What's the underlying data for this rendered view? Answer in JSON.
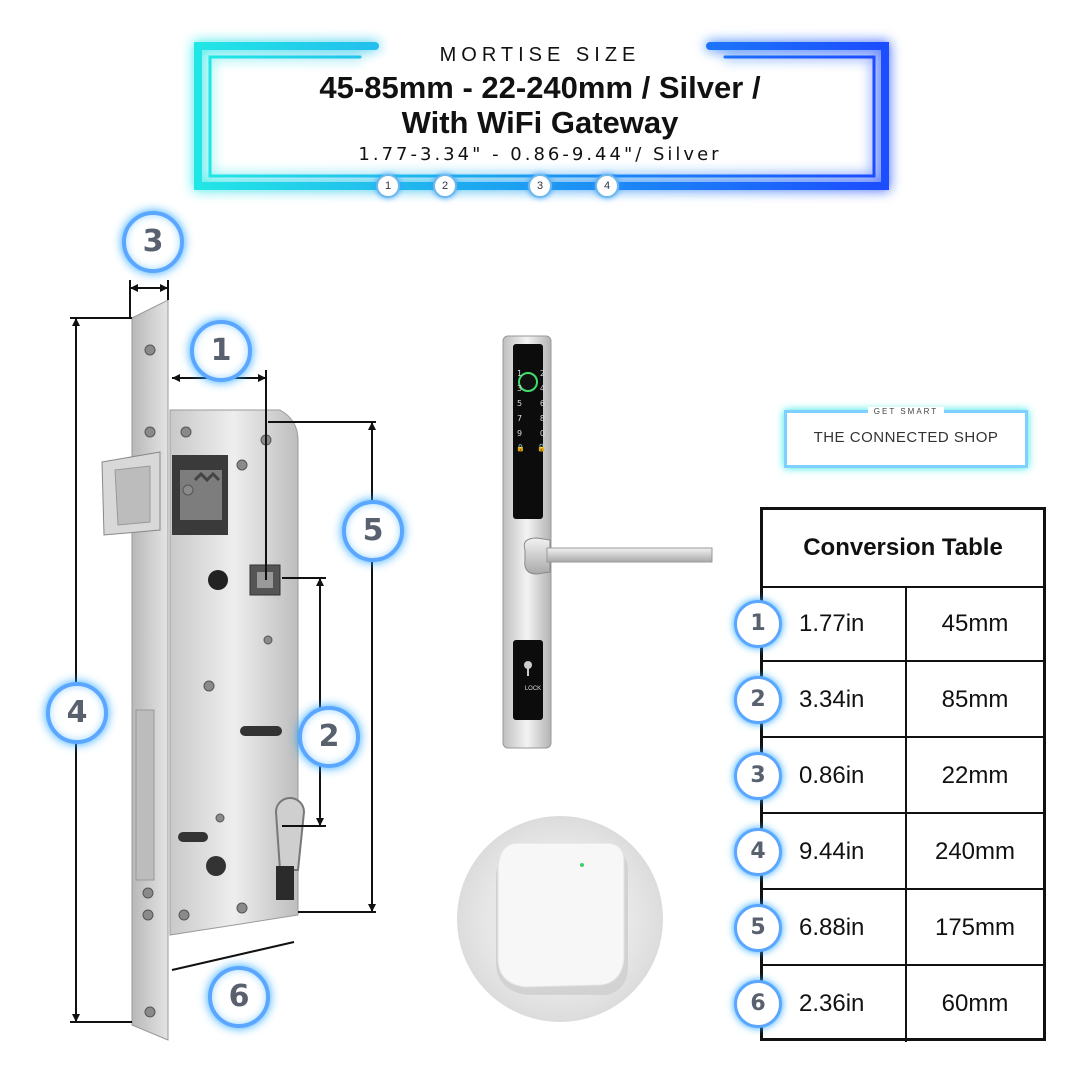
{
  "header": {
    "eyebrow": "MORTISE SIZE",
    "title_line1": "45-85mm - 22-240mm / Silver /",
    "title_line2": "With WiFi Gateway",
    "subtitle": "1.77-3.34\" - 0.86-9.44\"/ Silver",
    "mini_badges": [
      "1",
      "2",
      "3",
      "4"
    ]
  },
  "diagram": {
    "badges": {
      "b1": "1",
      "b2": "2",
      "b3": "3",
      "b4": "4",
      "b5": "5",
      "b6": "6"
    }
  },
  "keypad": {
    "keys": [
      "1",
      "2",
      "3",
      "4",
      "5",
      "6",
      "7",
      "8",
      "9",
      "0",
      "🔒",
      "🔓"
    ],
    "lock_label": "LOCK"
  },
  "shop": {
    "tagline": "GET SMART",
    "name": "THE CONNECTED SHOP"
  },
  "conversion_table": {
    "title": "Conversion Table",
    "rows": [
      {
        "num": "1",
        "inches": "1.77in",
        "mm": "45mm"
      },
      {
        "num": "2",
        "inches": "3.34in",
        "mm": "85mm"
      },
      {
        "num": "3",
        "inches": "0.86in",
        "mm": "22mm"
      },
      {
        "num": "4",
        "inches": "9.44in",
        "mm": "240mm"
      },
      {
        "num": "5",
        "inches": "6.88in",
        "mm": "175mm"
      },
      {
        "num": "6",
        "inches": "2.36in",
        "mm": "60mm"
      }
    ]
  },
  "colors": {
    "neon_cyan": "#22e6e6",
    "neon_blue": "#1a4dff",
    "badge_ring": "#5ba6ff"
  }
}
